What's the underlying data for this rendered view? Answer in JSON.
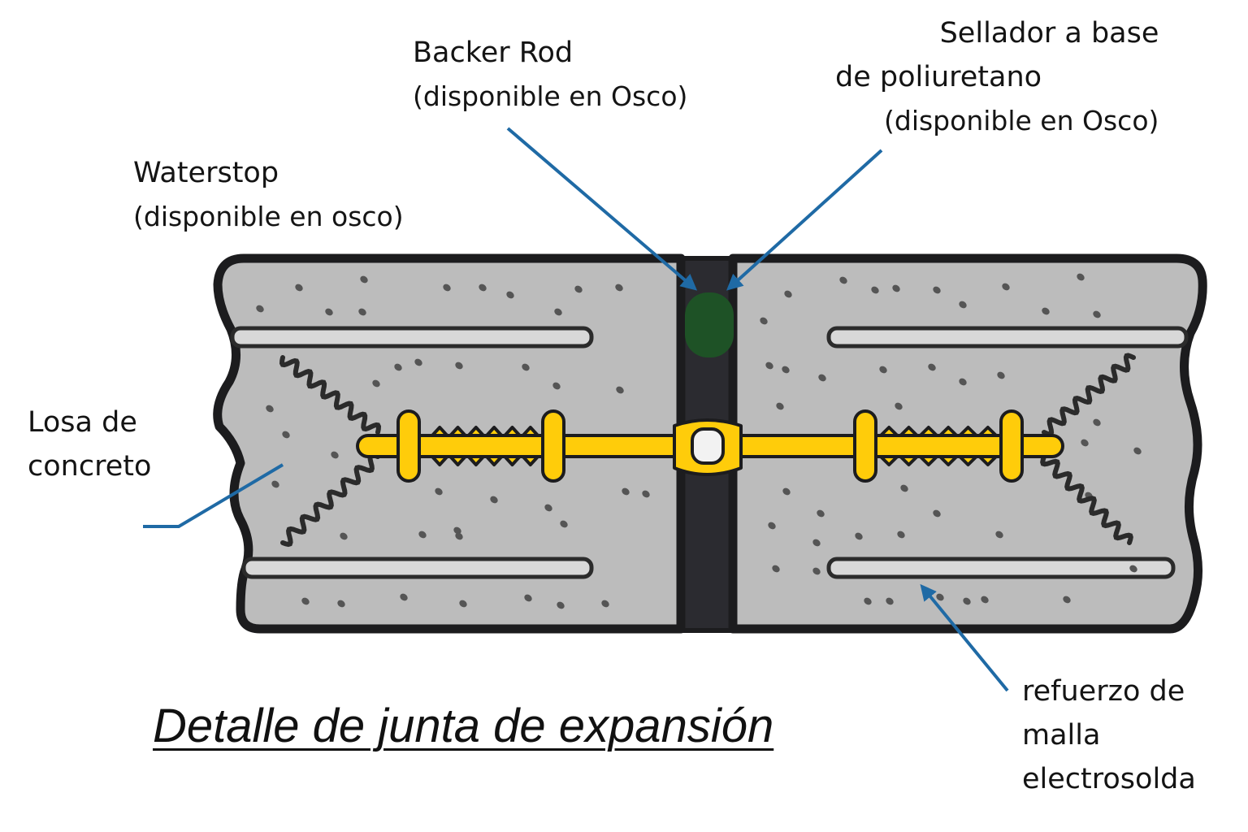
{
  "title": "Detalle de junta de expansión",
  "labels": {
    "backer_rod": {
      "line1": "Backer Rod",
      "line2": "(disponible en Osco)"
    },
    "sellador": {
      "line1": "Sellador a base",
      "line2": "de poliuretano",
      "line3": "(disponible en Osco)"
    },
    "waterstop": {
      "line1": "Waterstop",
      "line2": "(disponible en osco)"
    },
    "losa": {
      "line1": "Losa de",
      "line2": "concreto"
    },
    "refuerzo": {
      "line1": "refuerzo de",
      "line2": "malla",
      "line3": "electrosolda"
    }
  },
  "colors": {
    "concrete": "#bcbcbc",
    "outline": "#1c1c1e",
    "joint_filler": "#2b2b30",
    "backer_rod": "#1e5226",
    "waterstop": "#ffcc0a",
    "leader": "#1f6aa5",
    "rebar": "#d8d8d8"
  }
}
